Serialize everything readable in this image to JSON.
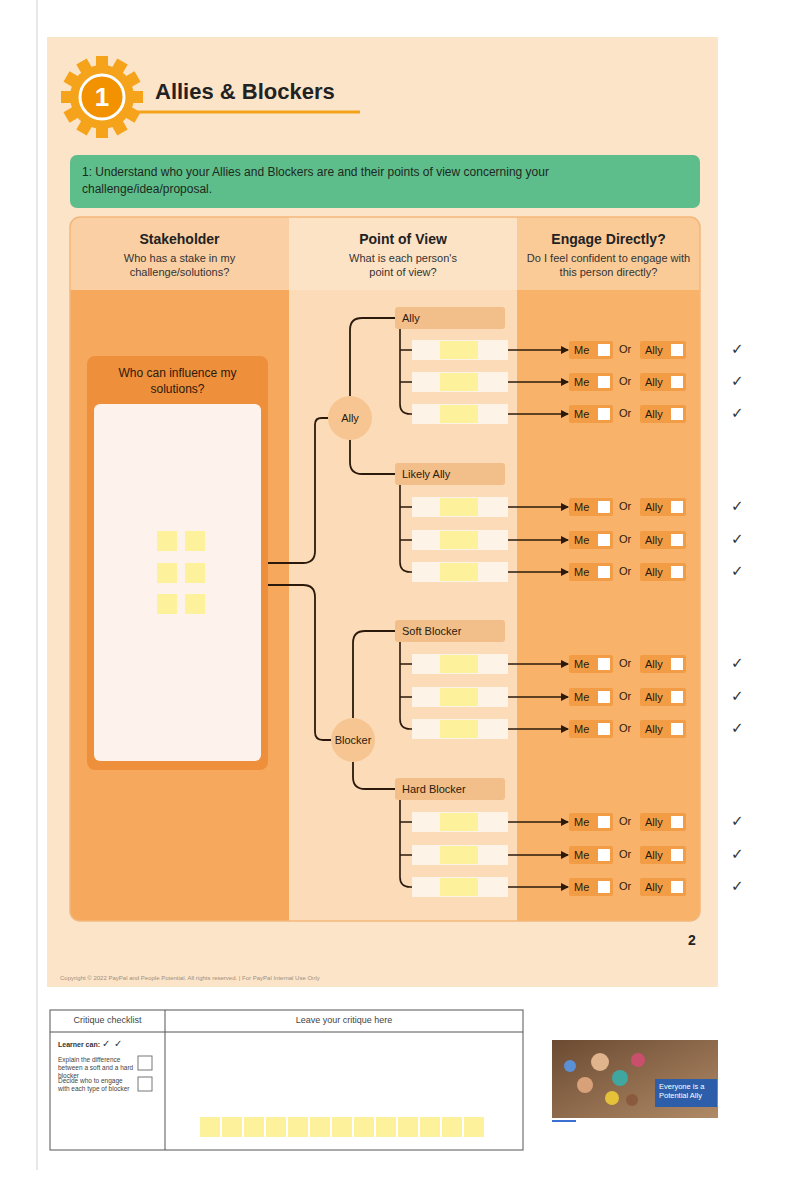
{
  "diagram": {
    "title": "Allies & Blockers",
    "nodes": [
      {
        "text": [
          "1"
        ]
      },
      {
        "text": [
          "1: Understand who your Allies and Blockers are and their points of view concerning your challenge/idea/proposal."
        ]
      },
      {
        "text": [
          "Stakeholder",
          "Who has a stake in my challenge/solutions?"
        ]
      },
      {
        "text": [
          "Point of View",
          "What is each person's point of view?"
        ]
      },
      {
        "text": [
          "Engage Directly?",
          "Do I feel confident to engage with this person directly?"
        ]
      },
      {
        "text": [
          "Who can influence my solutions?"
        ]
      },
      {
        "text": [
          "Ally"
        ]
      },
      {
        "text": [
          "Ally"
        ]
      },
      {
        "text": [
          "Likely Ally"
        ]
      },
      {
        "text": [
          "Blocker"
        ]
      },
      {
        "text": [
          "Soft Blocker"
        ]
      },
      {
        "text": [
          "Hard Blocker"
        ]
      },
      {
        "text": [
          "Me"
        ]
      },
      {
        "text": [
          "Ally"
        ]
      },
      {
        "text": [
          "Me"
        ]
      },
      {
        "text": [
          "Ally"
        ]
      },
      {
        "text": [
          "Me"
        ]
      },
      {
        "text": [
          "Ally"
        ]
      },
      {
        "text": [
          "Me"
        ]
      },
      {
        "text": [
          "Ally"
        ]
      },
      {
        "text": [
          "Me"
        ]
      },
      {
        "text": [
          "Ally"
        ]
      },
      {
        "text": [
          "Me"
        ]
      },
      {
        "text": [
          "Ally"
        ]
      },
      {
        "text": [
          "Me"
        ]
      },
      {
        "text": [
          "Ally"
        ]
      },
      {
        "text": [
          "Me"
        ]
      },
      {
        "text": [
          "Ally"
        ]
      },
      {
        "text": [
          "Me"
        ]
      },
      {
        "text": [
          "Ally"
        ]
      },
      {
        "text": [
          "Me"
        ]
      },
      {
        "text": [
          "Ally"
        ]
      },
      {
        "text": [
          "Me"
        ]
      },
      {
        "text": [
          "Ally"
        ]
      },
      {
        "text": [
          "Me"
        ]
      },
      {
        "text": [
          "Ally"
        ]
      },
      {
        "text": [
          "Everyone is a Potential Ally"
        ]
      }
    ],
    "edges": [
      {
        "from": 5,
        "to": 6,
        "arrow": "none"
      },
      {
        "from": 5,
        "to": 9,
        "arrow": "none"
      },
      {
        "from": 6,
        "to": 7,
        "arrow": "none"
      },
      {
        "from": 6,
        "to": 8,
        "arrow": "none"
      },
      {
        "from": 9,
        "to": 10,
        "arrow": "none"
      },
      {
        "from": 9,
        "to": 11,
        "arrow": "none"
      }
    ],
    "labels": [
      "Or",
      "Or",
      "Or",
      "Or",
      "Or",
      "Or",
      "Or",
      "Or",
      "Or",
      "Or",
      "Or",
      "Or",
      "✓",
      "✓",
      "✓",
      "✓",
      "✓",
      "✓",
      "✓",
      "✓",
      "✓",
      "✓",
      "✓",
      "✓",
      "2",
      "Copyright © 2022 PayPal and People Potential. All rights reserved. | For PayPal Internal Use Only",
      "Critique checklist",
      "Leave your critique here",
      "Learner can:",
      "✓",
      "✓",
      "Explain the difference between a soft and a hard blocker",
      "Decide who to engage with each type of blocker"
    ]
  }
}
